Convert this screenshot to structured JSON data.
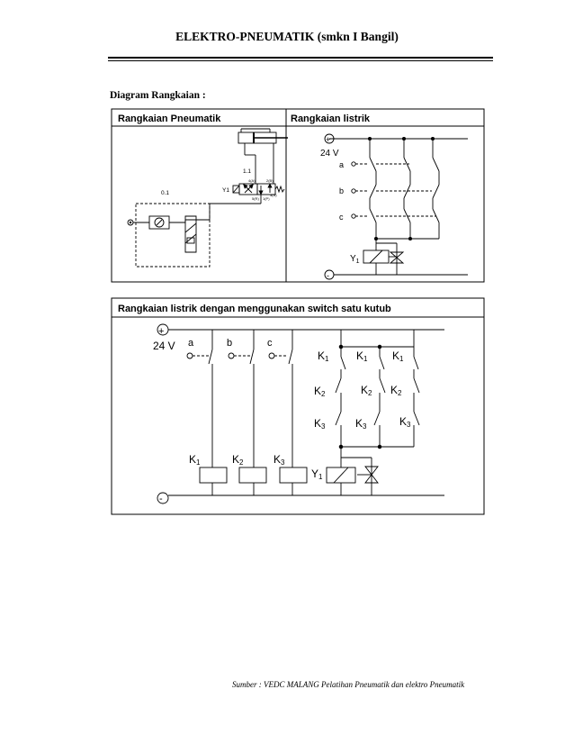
{
  "header": {
    "title": "ELEKTRO-PNEUMATIK (smkn I Bangil)"
  },
  "section": {
    "label": "Diagram Rangkaian :"
  },
  "panels": {
    "pneumatic": {
      "title": "Rangkaian Pneumatik",
      "labels": {
        "valve_main": "1.1",
        "supply": "0.1",
        "solenoid": "Y1",
        "port_4": "4(A)",
        "port_2": "2(B)",
        "port_5": "5(R)",
        "port_1": "1(P)",
        "port_3": "3(S)"
      }
    },
    "listrik": {
      "title": "Rangkaian listrik",
      "labels": {
        "plus": "+",
        "minus": "-",
        "voltage": "24 V",
        "a": "a",
        "b": "b",
        "c": "c",
        "coil_Y": "Y",
        "coil_sub": "1"
      }
    },
    "switch": {
      "title": "Rangkaian listrik dengan menggunakan switch satu kutub",
      "labels": {
        "plus": "+",
        "minus": "-",
        "voltage": "24 V",
        "a": "a",
        "b": "b",
        "c": "c",
        "K": "K",
        "s1": "1",
        "s2": "2",
        "s3": "3",
        "coil_Y": "Y",
        "coil_sub": "1"
      }
    }
  },
  "footer": {
    "text": "Sumber :   VEDC MALANG Pelatihan Pneumatik dan elektro Pneumatik"
  }
}
